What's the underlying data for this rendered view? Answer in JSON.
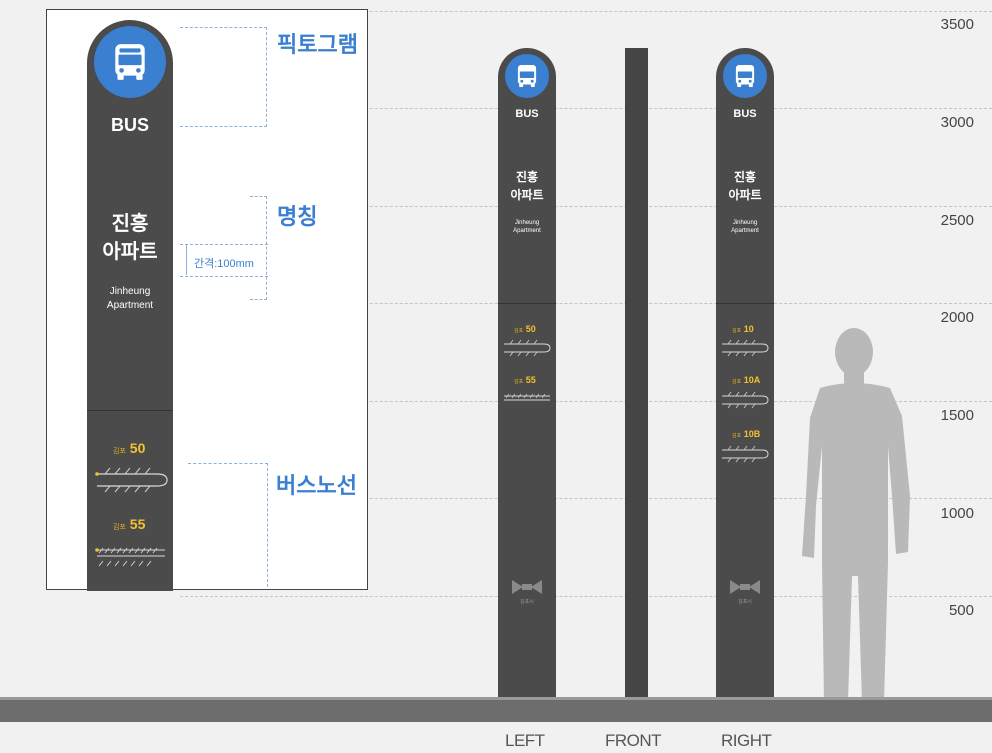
{
  "scale": [
    "3500",
    "3000",
    "2500",
    "2000",
    "1500",
    "1000",
    "500"
  ],
  "callouts": {
    "pictogram": "픽토그램",
    "name": "명칭",
    "spacing": "간격:100mm",
    "routes": "버스노선"
  },
  "detail_pole": {
    "bus_label": "BUS",
    "name_ko_line1": "진흥",
    "name_ko_line2": "아파트",
    "name_en_line1": "Jinheung",
    "name_en_line2": "Apartment",
    "routes": [
      {
        "prefix": "김포",
        "number": "50"
      },
      {
        "prefix": "김포",
        "number": "55"
      }
    ]
  },
  "left_pole": {
    "bus_label": "BUS",
    "name_ko_line1": "진흥",
    "name_ko_line2": "아파트",
    "name_en_line1": "Jinheung",
    "name_en_line2": "Apartment",
    "routes": [
      {
        "prefix": "김포",
        "number": "50"
      },
      {
        "prefix": "김포",
        "number": "55"
      }
    ],
    "logo_text": "김포시"
  },
  "right_pole": {
    "bus_label": "BUS",
    "name_ko_line1": "진흥",
    "name_ko_line2": "아파트",
    "name_en_line1": "Jinheung",
    "name_en_line2": "Apartment",
    "routes": [
      {
        "prefix": "김포",
        "number": "10"
      },
      {
        "prefix": "김포",
        "number": "10A"
      },
      {
        "prefix": "김포",
        "number": "10B"
      }
    ],
    "logo_text": "김포시"
  },
  "views": {
    "left": "LEFT",
    "front": "FRONT",
    "right": "RIGHT"
  },
  "colors": {
    "pole": "#4b4b4b",
    "accent_blue": "#3a7fd0",
    "route_yellow": "#f2c230"
  }
}
